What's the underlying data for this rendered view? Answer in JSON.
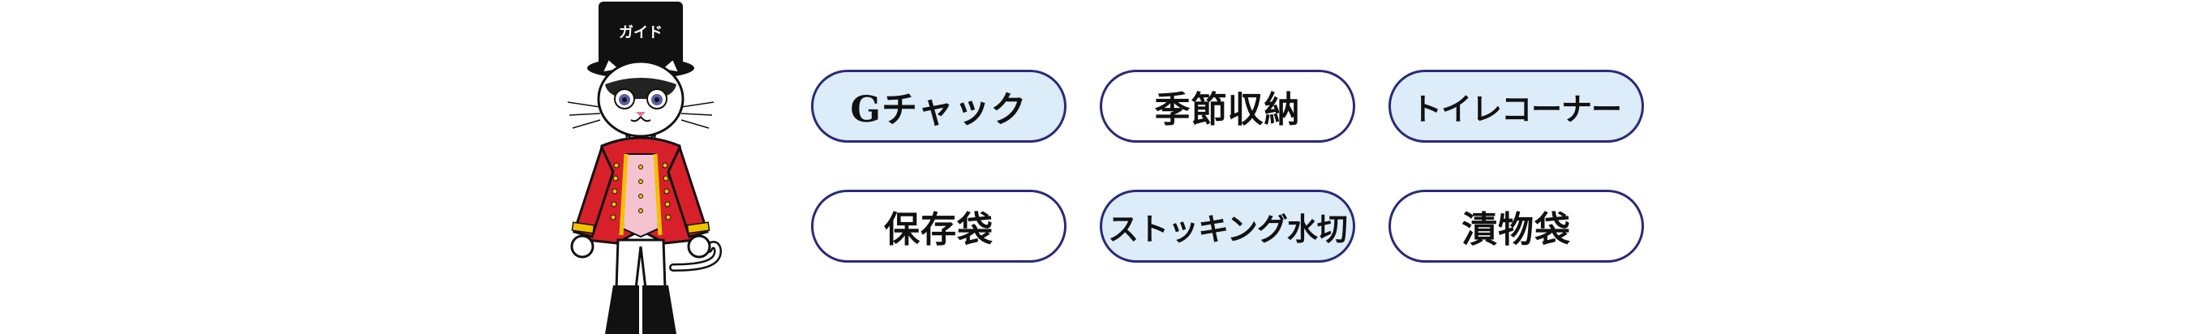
{
  "mascot": {
    "hat_label": "ガイド",
    "icon": "cat-guide-mascot"
  },
  "buttons": [
    {
      "label": "Gチャック",
      "highlighted": true
    },
    {
      "label": "季節収納",
      "highlighted": false
    },
    {
      "label": "トイレコーナー",
      "highlighted": true
    },
    {
      "label": "保存袋",
      "highlighted": false
    },
    {
      "label": "ストッキング水切",
      "highlighted": true
    },
    {
      "label": "漬物袋",
      "highlighted": false
    }
  ],
  "colors": {
    "highlight_fill": "#dcecf8",
    "border": "#2a2a7a",
    "coat_red": "#d8202a",
    "gold": "#f2c200"
  }
}
